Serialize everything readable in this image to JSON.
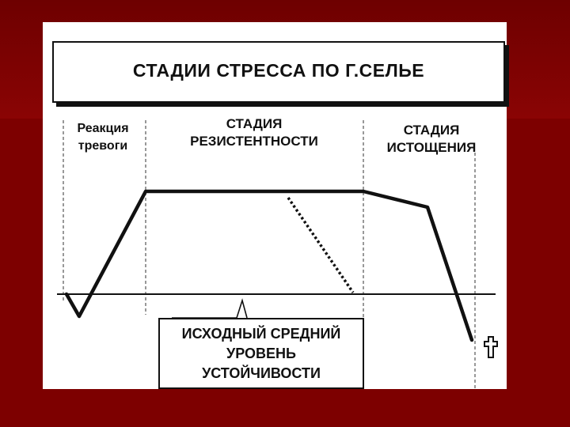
{
  "title": "СТАДИИ СТРЕССА ПО Г.СЕЛЬЕ",
  "stages": {
    "alarm": [
      "Реакция",
      "тревоги"
    ],
    "resistance": [
      "СТАДИЯ",
      "РЕЗИСТЕНТНОСТИ"
    ],
    "exhaustion": [
      "СТАДИЯ",
      "ИСТОЩЕНИЯ"
    ]
  },
  "baseline": [
    "ИСХОДНЫЙ СРЕДНИЙ",
    "УРОВЕНЬ",
    "УСТОЙЧИВОСТИ"
  ],
  "icons": {
    "death": "cross-icon"
  },
  "colors": {
    "background": "#7d0000",
    "ink": "#111111",
    "slide": "#ffffff"
  }
}
